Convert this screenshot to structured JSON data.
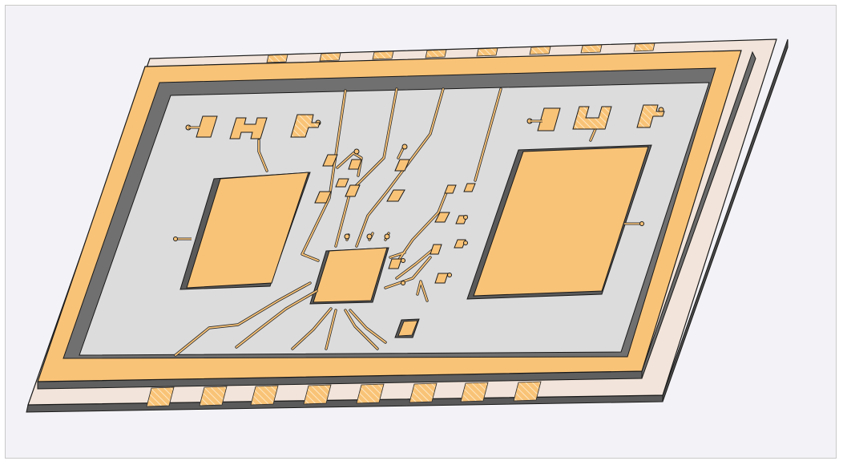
{
  "figure": {
    "subject": "microwave-module-housing",
    "colors": {
      "background": "#f3f3f7",
      "frame_border": "#c9c9c9",
      "gold": "#f9c377",
      "gold_hatch": "#fde7c2",
      "gold_outline": "#2a2a2a",
      "substrate": "#dcdcdc",
      "wall_inner": "#707070",
      "wall_dark": "#5a5a5a",
      "ceramic_base": "#f2e4da",
      "outline": "#1a1a1a"
    },
    "components": {
      "left_die": "large-die-left",
      "right_die": "large-die-right",
      "center_chip": "center-ic",
      "small_pad": "small-square-pad",
      "top_leads": 8,
      "bottom_leads": 8,
      "left_top_components": 3,
      "right_top_components": 3
    }
  }
}
